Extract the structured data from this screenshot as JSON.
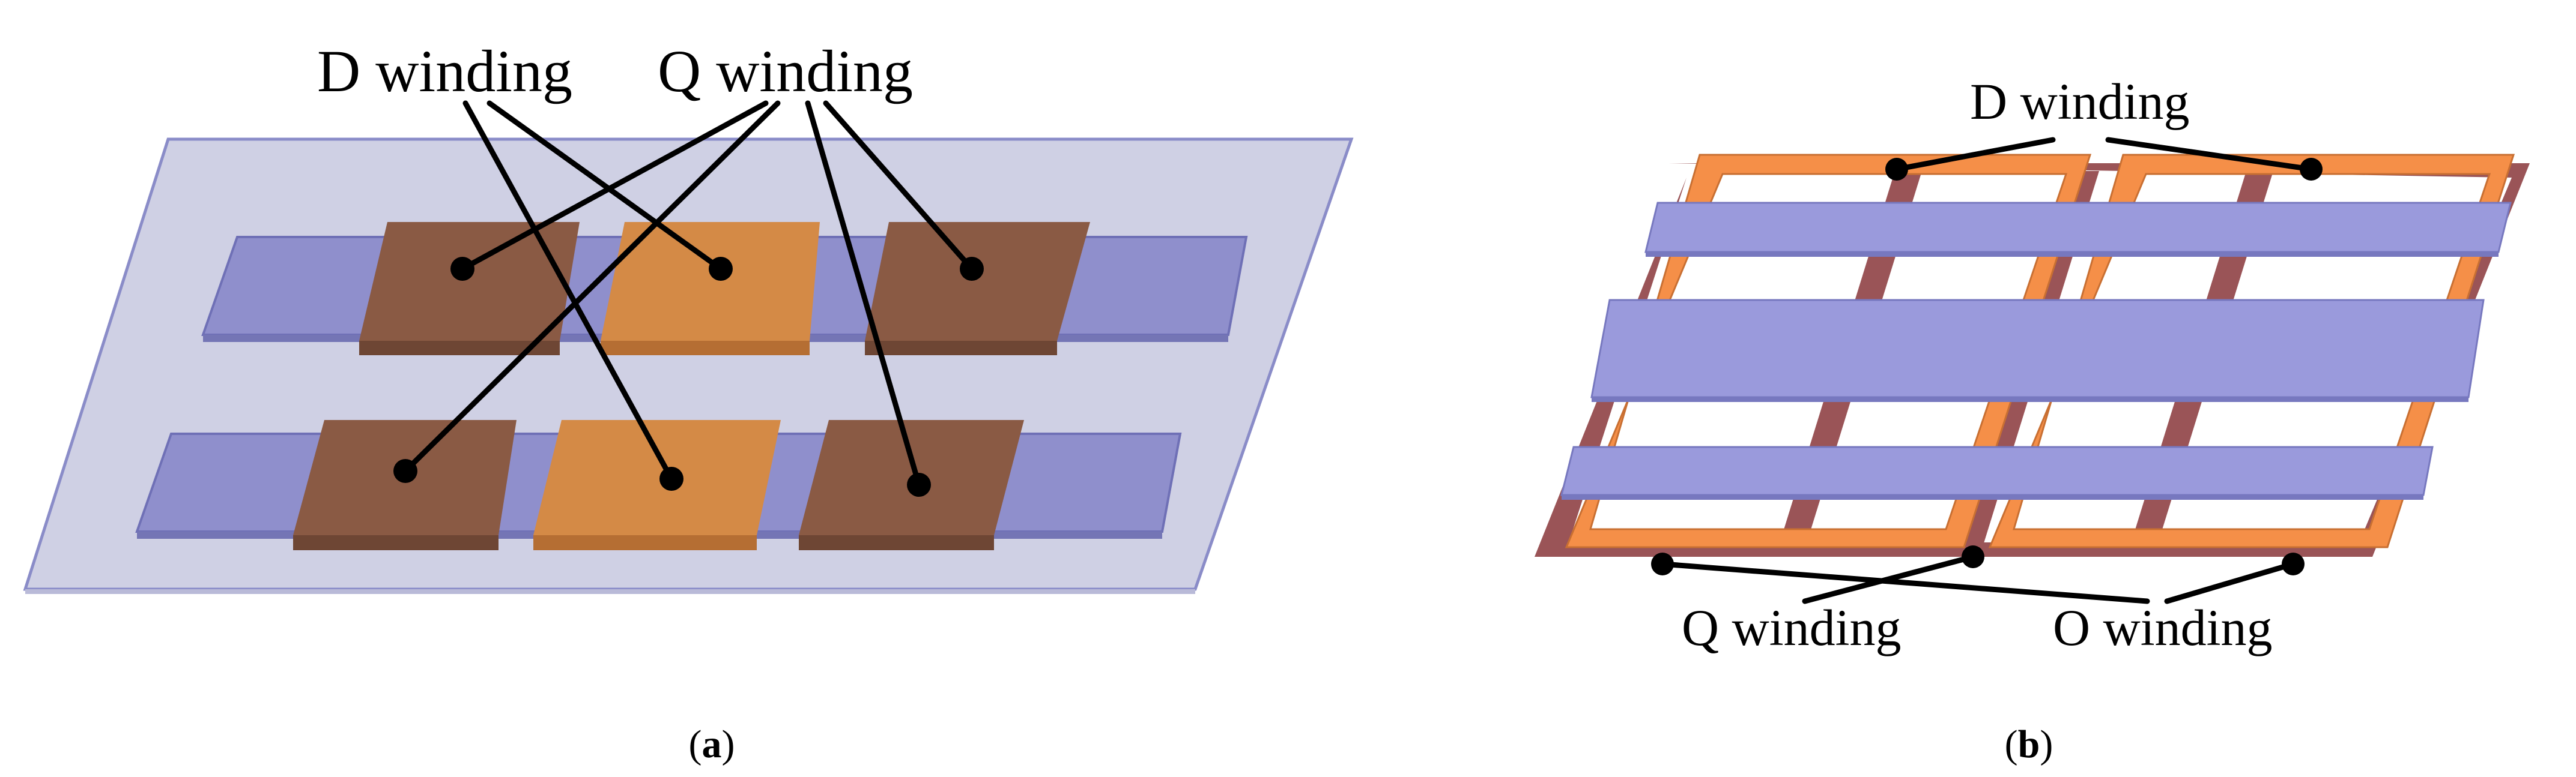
{
  "panel_a": {
    "label_d": "D winding",
    "label_q": "Q winding",
    "caption_open": "(",
    "caption_letter": "a",
    "caption_close": ")"
  },
  "panel_b": {
    "label_d": "D winding",
    "label_q": "Q winding",
    "label_o": "O winding",
    "caption_open": "(",
    "caption_letter": "b",
    "caption_close": ")"
  },
  "colors": {
    "plate": "#cfd0e4",
    "plate_edge": "#8a8cc8",
    "core_bar": "#8f8fcc",
    "core_bar_edge": "#6f70b6",
    "d_winding": "#8a5a44",
    "d_winding_dark": "#6e4634",
    "q_winding": "#d48a46",
    "q_winding_dark": "#b56e33",
    "o_winding": "#9a5457",
    "b_bar": "#9a9adc",
    "b_orange": "#f58f48"
  }
}
